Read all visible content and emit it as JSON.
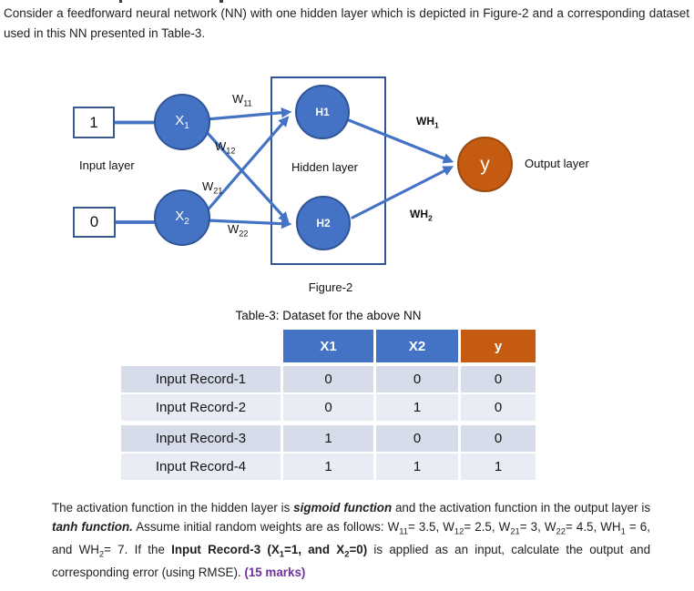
{
  "colors": {
    "blue": "#4472C4",
    "orange": "#C55A11",
    "line": "#4472C4",
    "band_dark": "#D6DCE9",
    "band_light": "#E9EBF5",
    "purple": "#7030A0",
    "ink": "#1F1F1F",
    "node_border": "#2F5597",
    "orange_border": "#9C4A10",
    "box_border": "#3A5A8C"
  },
  "intro": {
    "text": "Consider a feedforward neural network (NN) with one hidden layer which is depicted in Figure-2 and a corresponding dataset used in this NN presented in Table-3."
  },
  "diagram": {
    "input_value_top": "1",
    "input_value_bottom": "0",
    "node_x1": [
      {
        "text": "X"
      },
      {
        "text": "1",
        "sub": true
      }
    ],
    "node_x2": [
      {
        "text": "X"
      },
      {
        "text": "2",
        "sub": true
      }
    ],
    "node_h1": "H1",
    "node_h2": "H2",
    "node_y": "y",
    "weight_w11": [
      {
        "text": "W"
      },
      {
        "text": "11",
        "sub": true
      }
    ],
    "weight_w12": [
      {
        "text": "W"
      },
      {
        "text": "12",
        "sub": true
      }
    ],
    "weight_w21": [
      {
        "text": "W"
      },
      {
        "text": "21",
        "sub": true
      }
    ],
    "weight_w22": [
      {
        "text": "W"
      },
      {
        "text": "22",
        "sub": true
      }
    ],
    "weight_wh1": [
      {
        "text": "WH"
      },
      {
        "text": "1",
        "sub": true
      }
    ],
    "weight_wh2": [
      {
        "text": "WH"
      },
      {
        "text": "2",
        "sub": true
      }
    ],
    "label_input_layer": "Input layer",
    "label_hidden_layer": "Hidden layer",
    "label_output_layer": "Output layer",
    "caption": "Figure-2"
  },
  "table": {
    "title": "Table-3: Dataset for the above NN",
    "headers": [
      "X1",
      "X2",
      "y"
    ],
    "rows": [
      {
        "label": "Input Record-1",
        "x1": "0",
        "x2": "0",
        "y": "0"
      },
      {
        "label": "Input Record-2",
        "x1": "0",
        "x2": "1",
        "y": "0"
      },
      {
        "label": "Input Record-3",
        "x1": "1",
        "x2": "0",
        "y": "0"
      },
      {
        "label": "Input Record-4",
        "x1": "1",
        "x2": "1",
        "y": "1"
      }
    ]
  },
  "question": {
    "segments": [
      {
        "text": "The activation function in the hidden layer is "
      },
      {
        "text": "sigmoid function",
        "cls": "bi"
      },
      {
        "text": " and the activation function in the output layer is "
      },
      {
        "text": "tanh function.",
        "cls": "bi"
      },
      {
        "text": " Assume initial random weights are as follows: W"
      },
      {
        "text": "11",
        "sub": true
      },
      {
        "text": "= 3.5, W"
      },
      {
        "text": "12",
        "sub": true
      },
      {
        "text": "= 2.5, W"
      },
      {
        "text": "21",
        "sub": true
      },
      {
        "text": "= 3, W"
      },
      {
        "text": "22",
        "sub": true
      },
      {
        "text": "= 4.5, WH"
      },
      {
        "text": "1",
        "sub": true
      },
      {
        "text": " = 6, and WH"
      },
      {
        "text": "2",
        "sub": true
      },
      {
        "text": "= 7. If the "
      },
      {
        "text": "Input Record-3 (X",
        "cls": "b"
      },
      {
        "text": "1",
        "cls": "b",
        "sub": true
      },
      {
        "text": "=1, and X",
        "cls": "b"
      },
      {
        "text": "2",
        "cls": "b",
        "sub": true
      },
      {
        "text": "=0)",
        "cls": "b"
      },
      {
        "text": " is applied as an input, calculate the output and corresponding error (using RMSE). "
      },
      {
        "text": "(15 marks)",
        "cls": "bp"
      }
    ]
  }
}
